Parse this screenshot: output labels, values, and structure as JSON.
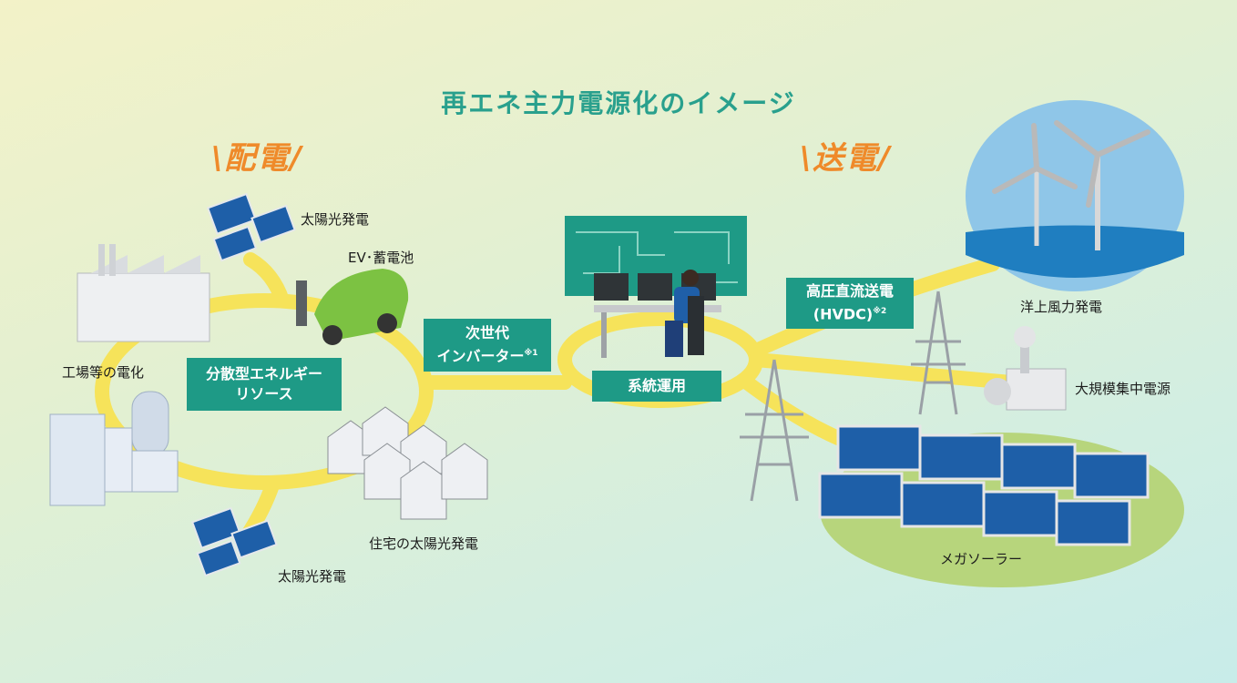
{
  "title": "再エネ主力電源化のイメージ",
  "sections": {
    "distribution": "\\配電/",
    "transmission": "\\送電/"
  },
  "labels": {
    "solar_top": "太陽光発電",
    "ev_battery": "EV･蓄電池",
    "factory": "工場等の電化",
    "residential_solar": "住宅の太陽光発電",
    "solar_bottom": "太陽光発電",
    "offshore_wind": "洋上風力発電",
    "large_central": "大規模集中電源",
    "mega_solar": "メガソーラー"
  },
  "boxes": {
    "der_line1": "分散型エネルギー",
    "der_line2": "リソース",
    "inverter_line1": "次世代",
    "inverter_line2": "インバーター",
    "inverter_note": "※1",
    "system_ops": "系統運用",
    "hvdc_line1": "高圧直流送電",
    "hvdc_line2": "(HVDC)",
    "hvdc_note": "※2"
  },
  "colors": {
    "title": "#29a08d",
    "section": "#ef8a2a",
    "box": "#1e9a86",
    "flow_line": "#f6e35a",
    "sea": "#1f7ec0",
    "sky": "#8fc6e8",
    "panel": "#1e5fa8",
    "car": "#7cc242",
    "field": "#b7d57c"
  }
}
